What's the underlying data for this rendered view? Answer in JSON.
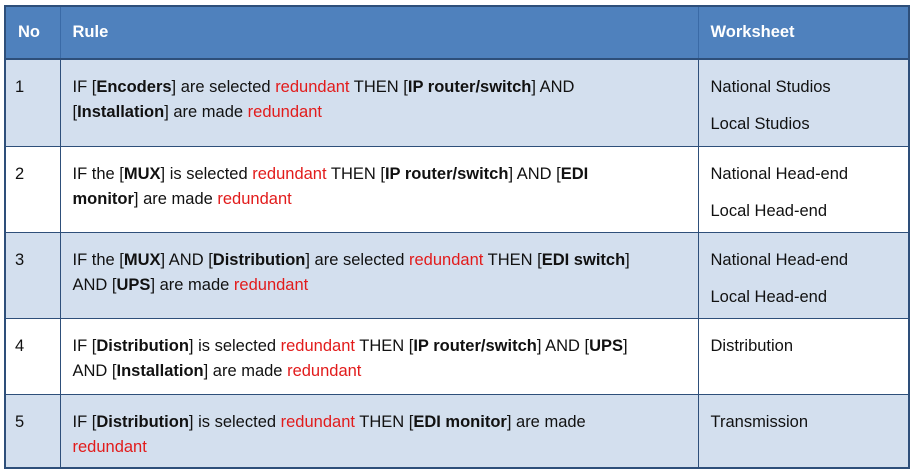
{
  "headers": {
    "no": "No",
    "rule": "Rule",
    "worksheet": "Worksheet"
  },
  "rows": [
    {
      "no": "1",
      "rule": [
        {
          "t": "IF [",
          "s": "n"
        },
        {
          "t": "Encoders",
          "s": "b"
        },
        {
          "t": "] are selected ",
          "s": "n"
        },
        {
          "t": "redundant",
          "s": "r"
        },
        {
          "t": " THEN [",
          "s": "n"
        },
        {
          "t": "IP router/switch",
          "s": "b"
        },
        {
          "t": "] AND",
          "s": "n"
        },
        {
          "t": "",
          "s": "br"
        },
        {
          "t": "[",
          "s": "n"
        },
        {
          "t": "Installation",
          "s": "b"
        },
        {
          "t": "] are made ",
          "s": "n"
        },
        {
          "t": "redundant",
          "s": "r"
        }
      ],
      "worksheet": [
        "National Studios",
        "Local Studios"
      ]
    },
    {
      "no": "2",
      "rule": [
        {
          "t": "IF the [",
          "s": "n"
        },
        {
          "t": "MUX",
          "s": "b"
        },
        {
          "t": "] is selected ",
          "s": "n"
        },
        {
          "t": "redundant",
          "s": "r"
        },
        {
          "t": " THEN [",
          "s": "n"
        },
        {
          "t": "IP router/switch",
          "s": "b"
        },
        {
          "t": "] AND [",
          "s": "n"
        },
        {
          "t": "EDI",
          "s": "b"
        },
        {
          "t": "",
          "s": "br"
        },
        {
          "t": "monitor",
          "s": "b"
        },
        {
          "t": "] are made ",
          "s": "n"
        },
        {
          "t": "redundant",
          "s": "r"
        }
      ],
      "worksheet": [
        "National Head-end",
        "Local Head-end"
      ]
    },
    {
      "no": "3",
      "rule": [
        {
          "t": "IF the [",
          "s": "n"
        },
        {
          "t": "MUX",
          "s": "b"
        },
        {
          "t": "] AND [",
          "s": "n"
        },
        {
          "t": "Distribution",
          "s": "b"
        },
        {
          "t": "] are selected ",
          "s": "n"
        },
        {
          "t": "redundant",
          "s": "r"
        },
        {
          "t": " THEN [",
          "s": "n"
        },
        {
          "t": "EDI switch",
          "s": "b"
        },
        {
          "t": "]",
          "s": "n"
        },
        {
          "t": "",
          "s": "br"
        },
        {
          "t": "AND [",
          "s": "n"
        },
        {
          "t": "UPS",
          "s": "b"
        },
        {
          "t": "] are made ",
          "s": "n"
        },
        {
          "t": "redundant",
          "s": "r"
        }
      ],
      "worksheet": [
        "National Head-end",
        "Local Head-end"
      ]
    },
    {
      "no": "4",
      "rule": [
        {
          "t": "IF [",
          "s": "n"
        },
        {
          "t": "Distribution",
          "s": "b"
        },
        {
          "t": "] is selected ",
          "s": "n"
        },
        {
          "t": "redundant",
          "s": "r"
        },
        {
          "t": " THEN [",
          "s": "n"
        },
        {
          "t": "IP router/switch",
          "s": "b"
        },
        {
          "t": "] AND [",
          "s": "n"
        },
        {
          "t": "UPS",
          "s": "b"
        },
        {
          "t": "]",
          "s": "n"
        },
        {
          "t": "",
          "s": "br"
        },
        {
          "t": "AND [",
          "s": "n"
        },
        {
          "t": "Installation",
          "s": "b"
        },
        {
          "t": "] are made ",
          "s": "n"
        },
        {
          "t": "redundant",
          "s": "r"
        }
      ],
      "worksheet": [
        "Distribution"
      ]
    },
    {
      "no": "5",
      "rule": [
        {
          "t": "IF [",
          "s": "n"
        },
        {
          "t": "Distribution",
          "s": "b"
        },
        {
          "t": "] is selected ",
          "s": "n"
        },
        {
          "t": "redundant",
          "s": "r"
        },
        {
          "t": " THEN [",
          "s": "n"
        },
        {
          "t": "EDI monitor",
          "s": "b"
        },
        {
          "t": "] are made",
          "s": "n"
        },
        {
          "t": "",
          "s": "br"
        },
        {
          "t": "redundant",
          "s": "r"
        }
      ],
      "worksheet": [
        "Transmission"
      ]
    }
  ]
}
